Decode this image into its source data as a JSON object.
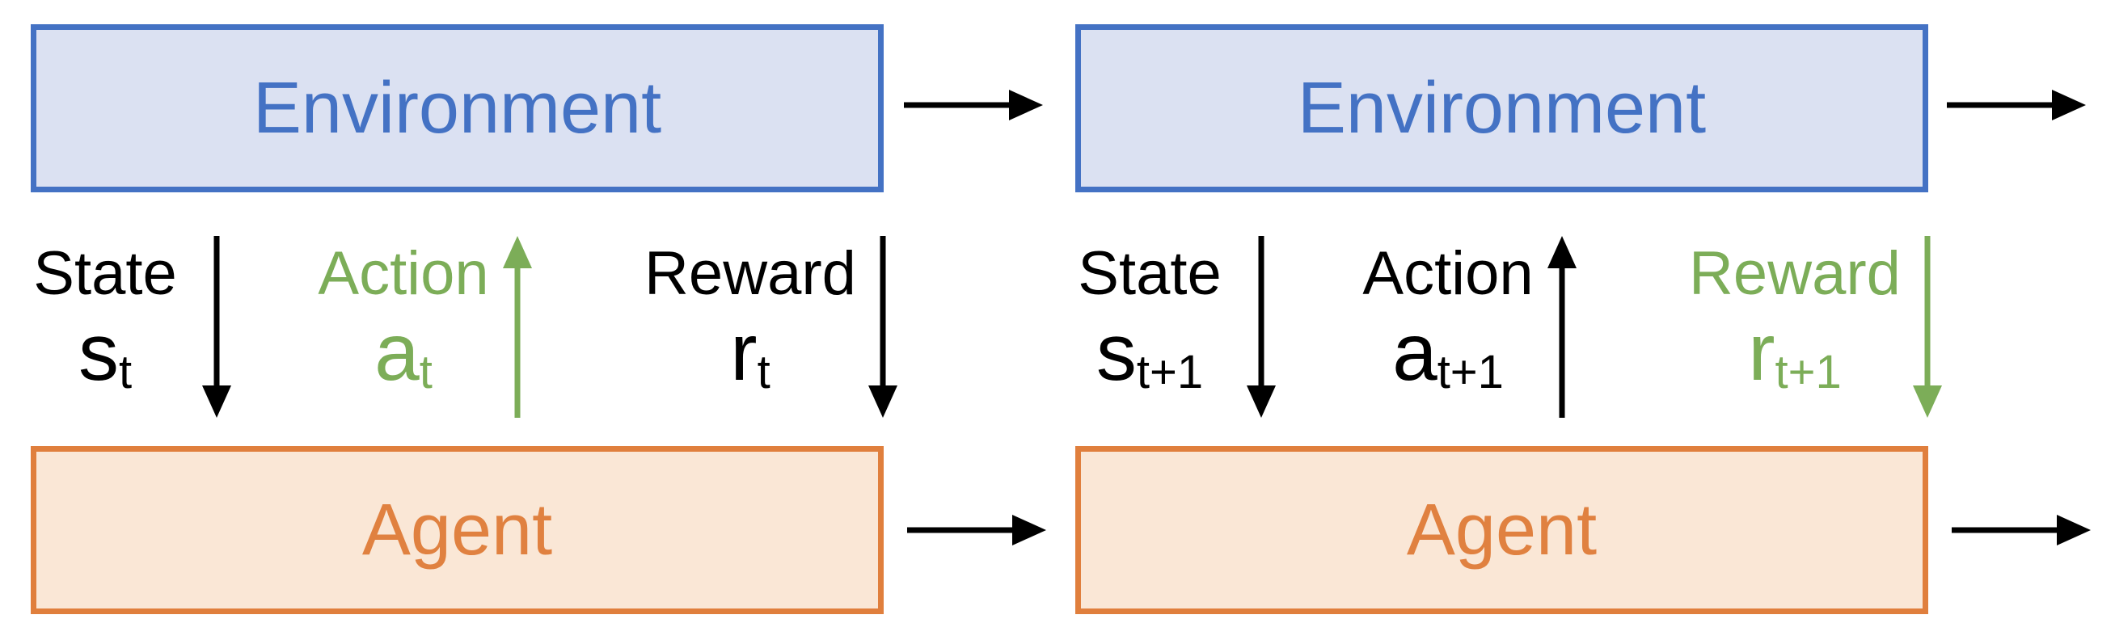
{
  "diagram": {
    "description": "Reinforcement learning agent-environment interaction loop over two timesteps"
  },
  "colors": {
    "environment_fill": "#dbe1f2",
    "environment_border": "#4472c4",
    "environment_text": "#4472c4",
    "agent_fill": "#fae7d6",
    "agent_border": "#e07f3d",
    "agent_text": "#e08140",
    "green": "#7cad58",
    "black": "#000000",
    "background": "#ffffff"
  },
  "panels": [
    {
      "id": "timestep-t",
      "environment": {
        "label": "Environment"
      },
      "agent": {
        "label": "Agent"
      },
      "signals": [
        {
          "name": "state",
          "label": "State",
          "symbol": "s",
          "subscript": "t",
          "direction": "down",
          "color": "#000000"
        },
        {
          "name": "action",
          "label": "Action",
          "symbol": "a",
          "subscript": "t",
          "direction": "up",
          "color": "#7cad58"
        },
        {
          "name": "reward",
          "label": "Reward",
          "symbol": "r",
          "subscript": "t",
          "direction": "down",
          "color": "#000000"
        }
      ]
    },
    {
      "id": "timestep-t-plus-1",
      "environment": {
        "label": "Environment"
      },
      "agent": {
        "label": "Agent"
      },
      "signals": [
        {
          "name": "state",
          "label": "State",
          "symbol": "s",
          "subscript": "t+1",
          "direction": "down",
          "color": "#000000"
        },
        {
          "name": "action",
          "label": "Action",
          "symbol": "a",
          "subscript": "t+1",
          "direction": "up",
          "color": "#000000"
        },
        {
          "name": "reward",
          "label": "Reward",
          "symbol": "r",
          "subscript": "t+1",
          "direction": "down",
          "color": "#7cad58"
        }
      ]
    }
  ],
  "flow_arrows": {
    "environment_to_environment": "right",
    "environment_continues": "right",
    "agent_to_agent": "right",
    "agent_continues": "right"
  }
}
